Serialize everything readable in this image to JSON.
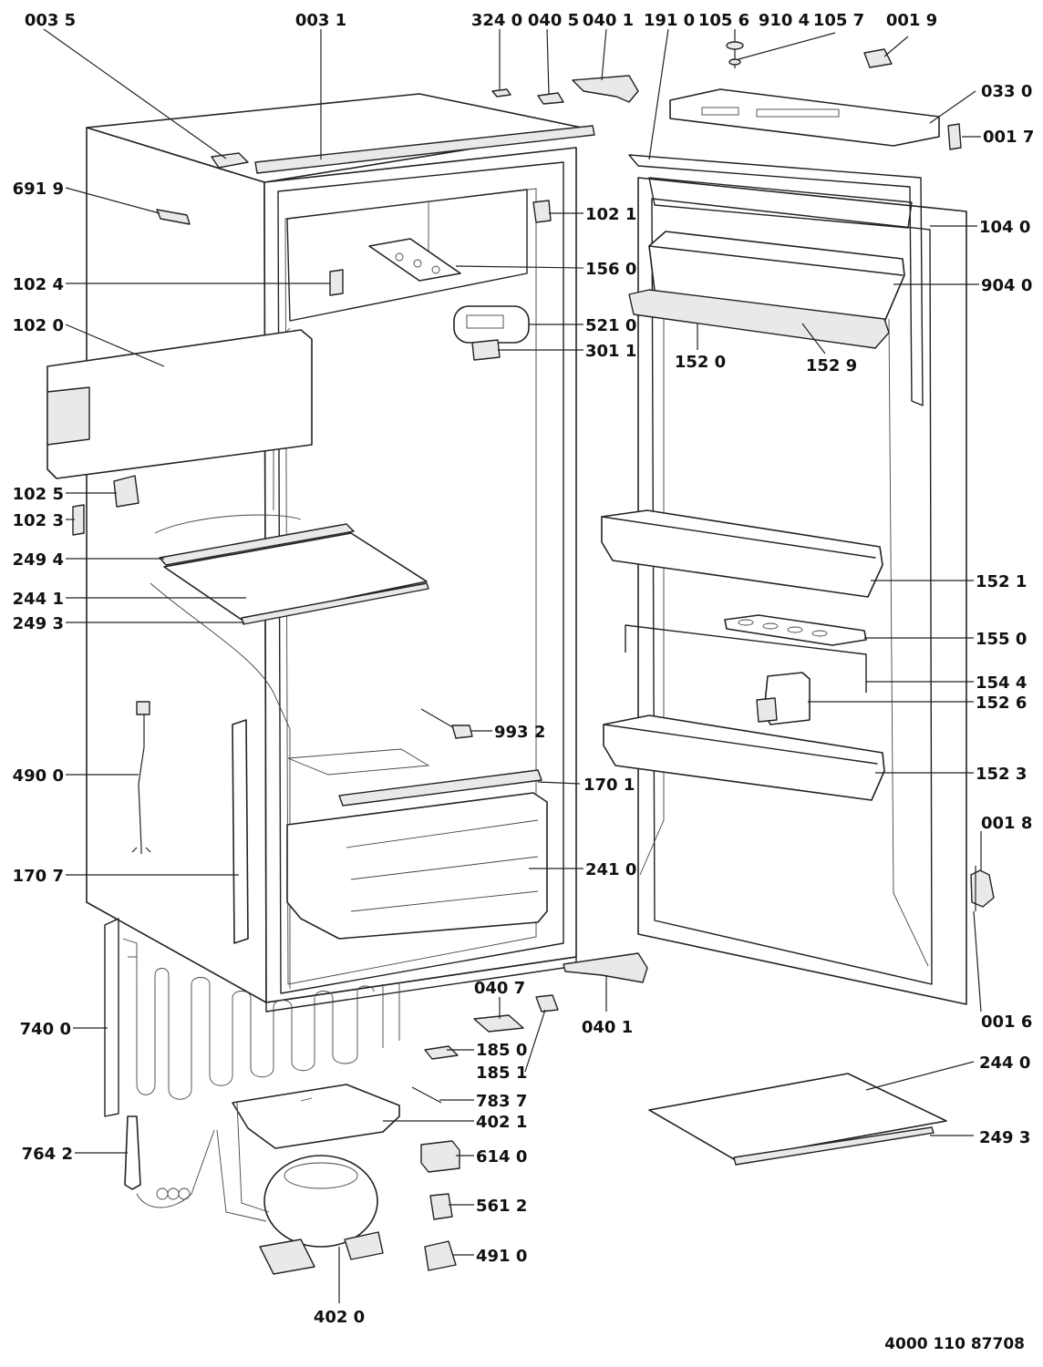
{
  "document_number": "4000 110 87708",
  "part_labels": {
    "p0035": "003 5",
    "p0031": "003 1",
    "p3240": "324 0",
    "p0405": "040 5",
    "p0401a": "040 1",
    "p1910": "191 0",
    "p1056": "105 6",
    "p9104": "910 4",
    "p1057": "105 7",
    "p0019": "001 9",
    "p0330": "033 0",
    "p0017": "001 7",
    "p6919": "691 9",
    "p1021": "102 1",
    "p1040": "104 0",
    "p1024": "102 4",
    "p1560": "156 0",
    "p9040": "904 0",
    "p1020": "102 0",
    "p5210": "521 0",
    "p3011": "301 1",
    "p1520": "152 0",
    "p1529": "152 9",
    "p1025": "102 5",
    "p1023": "102 3",
    "p2494": "249 4",
    "p2441": "244 1",
    "p2493a": "249 3",
    "p1521": "152 1",
    "p1550": "155 0",
    "p1544": "154 4",
    "p1526": "152 6",
    "p9932": "993 2",
    "p4900": "490 0",
    "p1701": "170 1",
    "p1523": "152 3",
    "p0018": "001 8",
    "p1707": "170 7",
    "p2410": "241 0",
    "p0407": "040 7",
    "p0401b": "040 1",
    "p7400": "740 0",
    "p0016": "001 6",
    "p1850": "185 0",
    "p1851": "185 1",
    "p2440": "244 0",
    "p7837": "783 7",
    "p4021": "402 1",
    "p2493b": "249 3",
    "p7642": "764 2",
    "p6140": "614 0",
    "p5612": "561 2",
    "p4910": "491 0",
    "p4020": "402 0"
  }
}
